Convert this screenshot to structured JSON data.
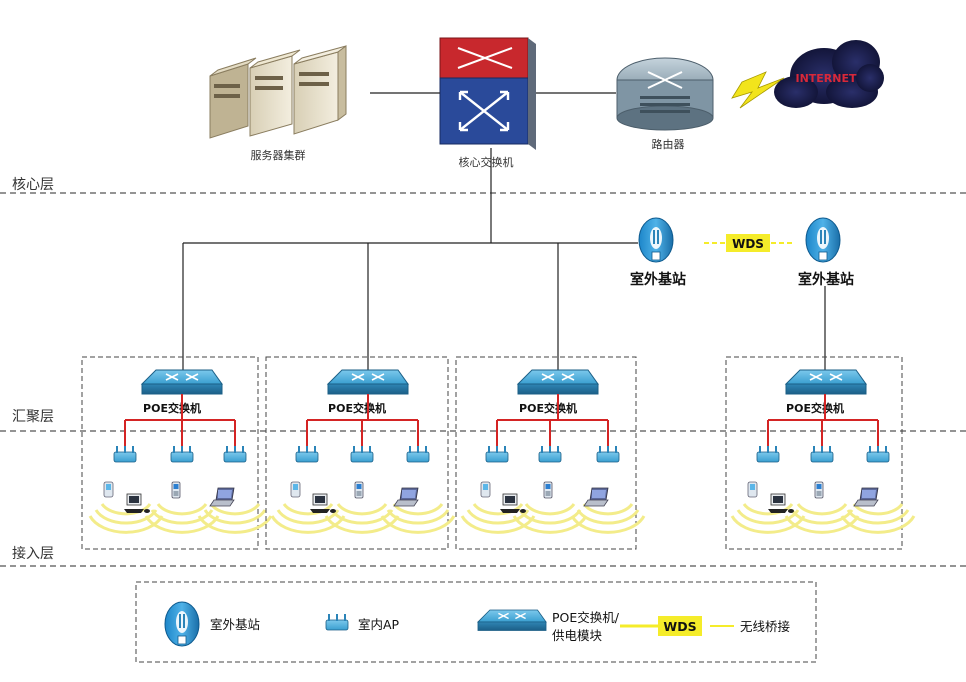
{
  "layers": {
    "core": "核心层",
    "aggregation": "汇聚层",
    "access": "接入层"
  },
  "top": {
    "server_cluster": "服务器集群",
    "core_switch": "核心交换机",
    "router": "路由器",
    "internet": "INTERNET"
  },
  "outdoor": {
    "station_left": "室外基站",
    "station_right": "室外基站",
    "wds": "WDS"
  },
  "poe_label": "POE交换机",
  "legend": {
    "outdoor_station": "室外基站",
    "indoor_ap": "室内AP",
    "poe_line1": "POE交换机/",
    "poe_line2": "供电模块",
    "wds": "WDS",
    "wireless_bridge": "无线桥接"
  },
  "colors": {
    "switch_blue": "#3a9fd0",
    "poe_link_red": "#d42424",
    "wds_yellow": "#f5ec2a",
    "signal_yellow": "#f3ec8a",
    "core_switch_red": "#c8282d",
    "core_switch_blue": "#2a4a9a"
  }
}
